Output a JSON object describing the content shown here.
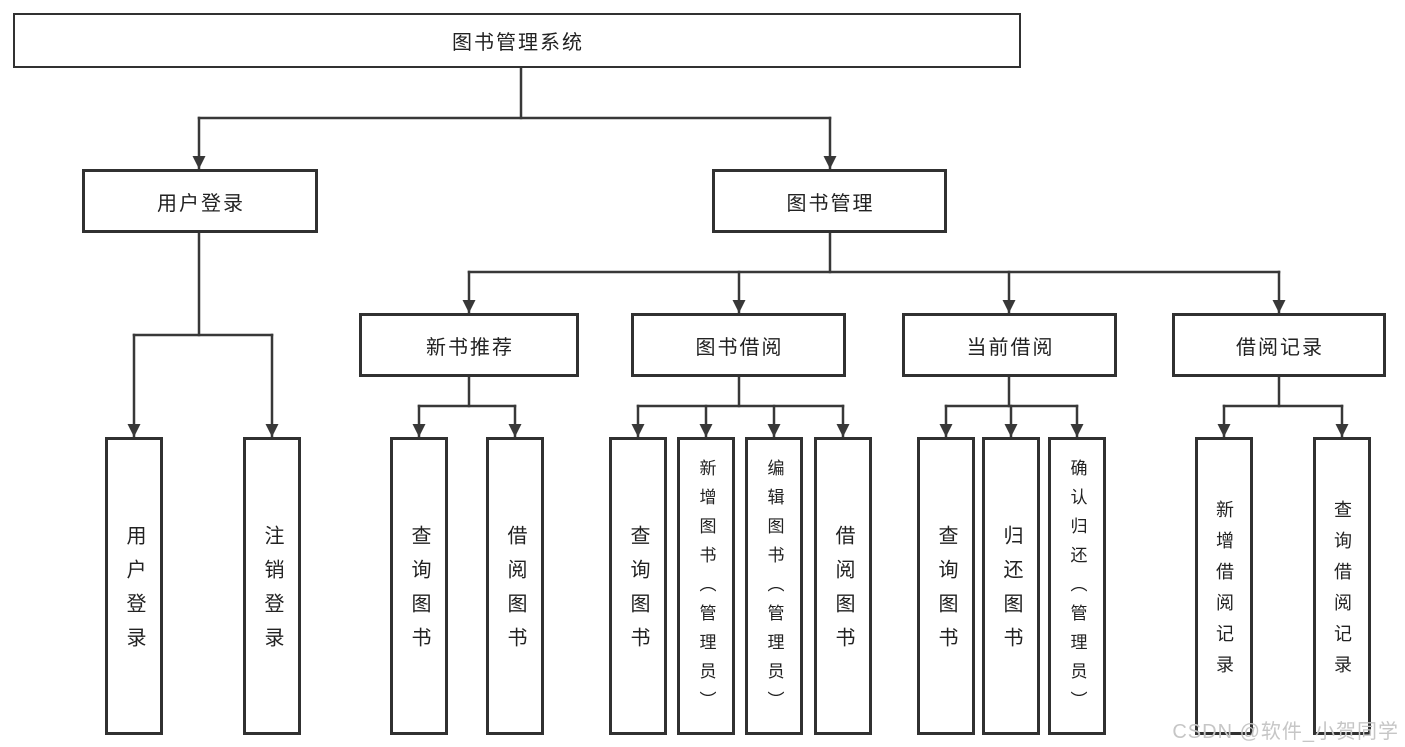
{
  "diagram": {
    "root": "图书管理系统",
    "level2": {
      "user_login": "用户登录",
      "book_mgmt": "图书管理"
    },
    "level3": {
      "new_book": "新书推荐",
      "book_borrow": "图书借阅",
      "current_borrow": "当前借阅",
      "borrow_record": "借阅记录"
    },
    "leaves": {
      "user_login": "用户登录",
      "logout": "注销登录",
      "nb_query": "查询图书",
      "nb_borrow": "借阅图书",
      "bb_query": "查询图书",
      "bb_add": "新增图书（管理员）",
      "bb_edit": "编辑图书（管理员）",
      "bb_borrow": "借阅图书",
      "cb_query": "查询图书",
      "cb_return": "归还图书",
      "cb_confirm": "确认归还（管理员）",
      "br_add": "新增借阅记录",
      "br_query": "查询借阅记录"
    }
  },
  "watermark": "CSDN @软件_小贺同学",
  "colors": {
    "line": "#383838",
    "border": "#313131",
    "text": "#222222",
    "background": "#ffffff",
    "watermark": "#c6c6c6"
  }
}
